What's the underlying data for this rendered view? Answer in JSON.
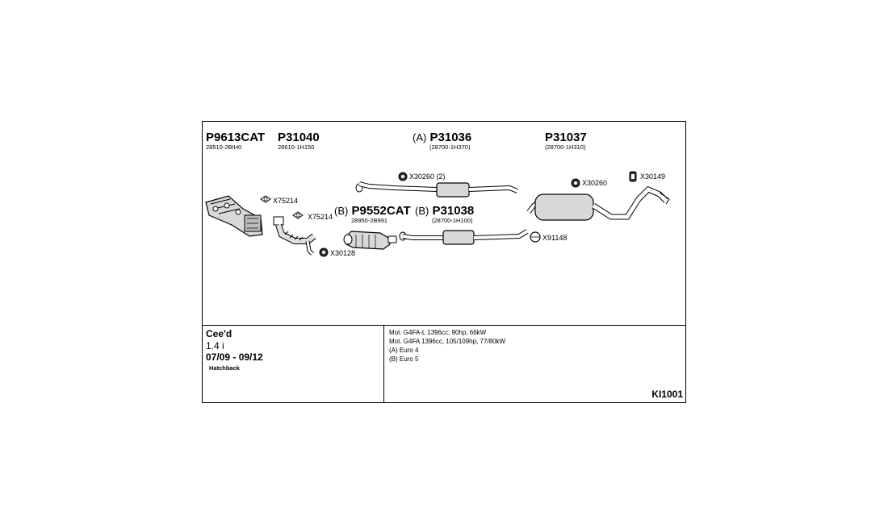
{
  "parts": {
    "p9613": {
      "part_no": "P9613CAT",
      "oem": "28510-2BIH0"
    },
    "p31040": {
      "part_no": "P31040",
      "oem": "28610-1H150"
    },
    "p31036": {
      "variant": "(A)",
      "part_no": "P31036",
      "oem": "(28700-1H370)"
    },
    "p31037": {
      "part_no": "P31037",
      "oem": "(28700-1H310)"
    },
    "p9552": {
      "variant": "(B)",
      "part_no": "P9552CAT",
      "oem": "28950-2B991"
    },
    "p31038": {
      "variant": "(B)",
      "part_no": "P31038",
      "oem": "(28700-1H100)"
    }
  },
  "accessories": {
    "x75214_a": "X75214",
    "x75214_b": "X75214",
    "x30128": "X30128",
    "x30260_2": "X30260 (2)",
    "x30260": "X30260",
    "x30149": "X30149",
    "x91148": "X91148"
  },
  "vehicle": {
    "model": "Cee'd",
    "engine": "1.4 i",
    "years": "07/09 - 09/12",
    "body": "Hatchback"
  },
  "notes": [
    "Mot. G4FA-L 1396cc, 90hp, 66kW",
    "Mot. G4FA 1396cc, 105/109hp, 77/80kW",
    "(A) Euro 4",
    "(B) Euro 5"
  ],
  "diagram_id": "KI1001",
  "colors": {
    "line": "#000000",
    "part_fill": "#d8d8d8",
    "rubber": "#333333"
  }
}
